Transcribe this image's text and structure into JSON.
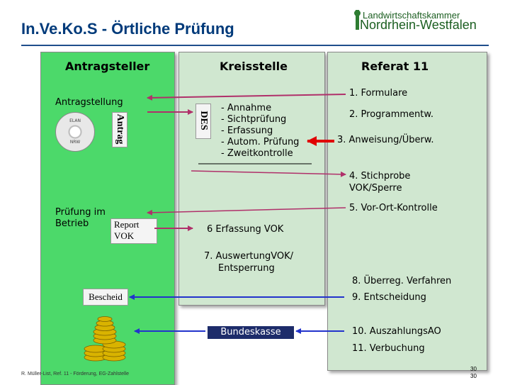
{
  "title": "In.Ve.Ko.S - Örtliche Prüfung",
  "logo": {
    "line1": "Landwirtschaftskammer",
    "line2": "Nordrhein-Westfalen"
  },
  "columns": {
    "antragsteller": "Antragsteller",
    "kreisstelle": "Kreisstelle",
    "referat": "Referat 11"
  },
  "antragsteller": {
    "antragstellung": "Antragstellung",
    "cd_top": "ELAN",
    "cd_bottom": "NRW",
    "antrag_label": "Antrag",
    "pruefung_line1": "Prüfung im",
    "pruefung_line2": "Betrieb",
    "report_line1": "Report",
    "report_line2": "VOK",
    "bescheid": "Bescheid"
  },
  "kreisstelle": {
    "des_label": "DES",
    "steps": [
      "- Annahme",
      "- Sichtprüfung",
      "- Erfassung",
      "- Autom. Prüfung",
      "- Zweitkontrolle"
    ],
    "erfassung_vok": "6 Erfassung VOK",
    "auswertung_line1": "7. AuswertungVOK/",
    "auswertung_line2": "Entsperrung",
    "bundeskasse": "Bundeskasse"
  },
  "referat": {
    "formulare": "1. Formulare",
    "programmentw": "2. Programmentw.",
    "anweisung": "3. Anweisung/Überw.",
    "stichprobe_line1": "4. Stichprobe",
    "stichprobe_line2": "VOK/Sperre",
    "vor_ort": "5. Vor-Ort-Kontrolle",
    "ueberreg": "8. Überreg. Verfahren",
    "entscheidung": "9. Entscheidung",
    "auszahlung": "10. AuszahlungsAO",
    "verbuchung": "11. Verbuchung"
  },
  "footer": "R. Müller-List, Ref. 11 - Förderung, EG-Zahlstelle",
  "page_numbers": [
    "30",
    "30"
  ],
  "colors": {
    "title": "#003a7a",
    "antragsteller_bg": "#4cd96a",
    "panel_bg": "#d0e7d0",
    "arrow_magenta": "#b0306a",
    "arrow_red": "#e00000",
    "arrow_blue": "#2233cc",
    "bundeskasse_bg": "#1d2c6a"
  },
  "icons": [
    "cd-icon",
    "coins-icon"
  ]
}
